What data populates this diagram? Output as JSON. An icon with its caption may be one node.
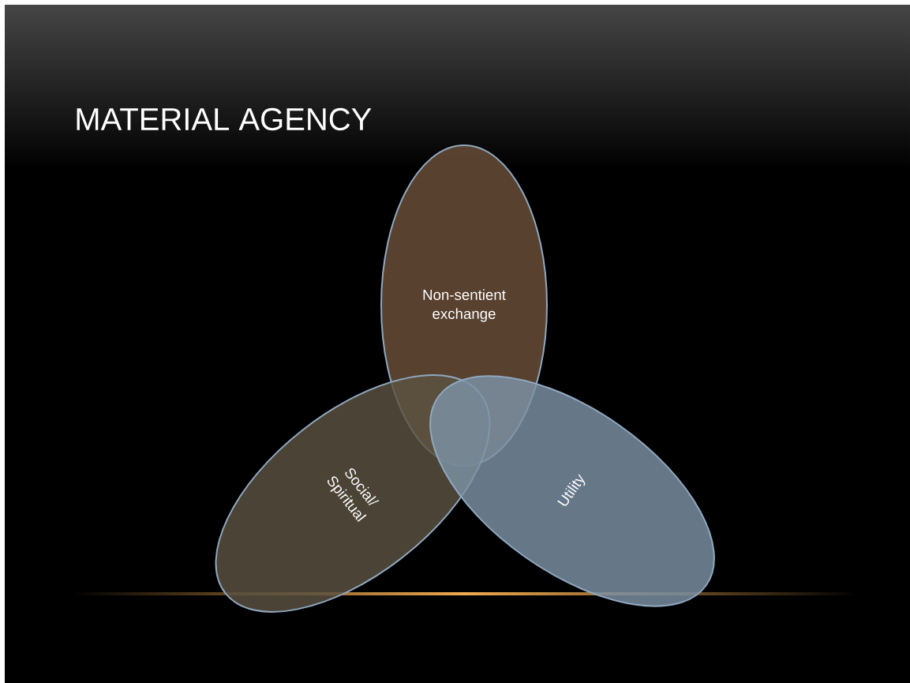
{
  "diagram": {
    "title": "MATERIAL AGENCY",
    "nodes": [
      {
        "text": [
          "Non-sentient exchange"
        ]
      },
      {
        "text": [
          "Social/ Spiritual"
        ]
      },
      {
        "text": [
          "Utility"
        ]
      }
    ]
  }
}
